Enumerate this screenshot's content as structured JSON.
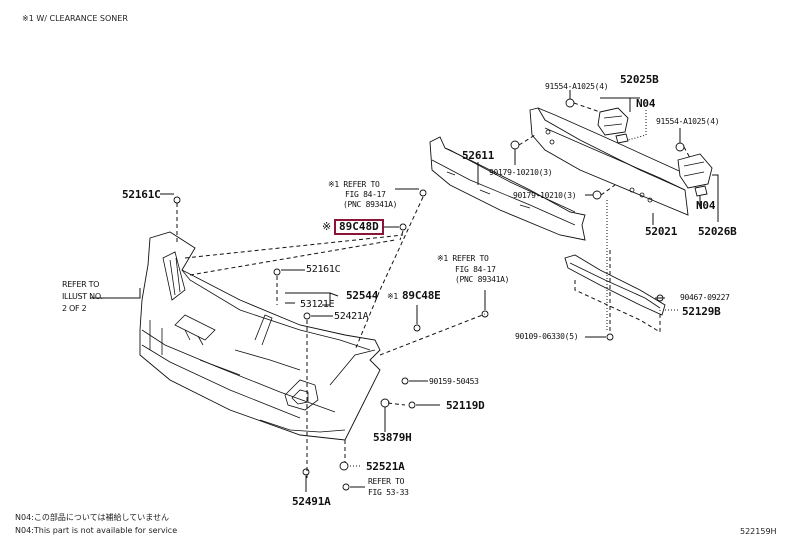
{
  "header_note": "※1 W/ CLEARANCE SONER",
  "highlight_color": "#8b1538",
  "callouts": {
    "c52025B": "52025B",
    "c91554_top": "91554-A1025(4)",
    "cN04_top": "N04",
    "c91554_right": "91554-A1025(4)",
    "c52611": "52611",
    "c90179_a": "90179-10210(3)",
    "c90179_b": "90179-10210(3)",
    "c52021": "52021",
    "cN04_bottom": "N04",
    "c52026B": "52026B",
    "c52161C_top": "52161C",
    "c89C48D": "89C48D",
    "c52161C_mid": "52161C",
    "c52544": "52544",
    "c53121E": "53121E",
    "c52421A": "52421A",
    "c89C48E": "89C48E",
    "c90467": "90467-09227",
    "c52129B": "52129B",
    "c90109": "90109-06330(5)",
    "c90159": "90159-50453",
    "c52119D": "52119D",
    "c53879H": "53879H",
    "c52521A": "52521A",
    "c52491A": "52491A"
  },
  "refs": {
    "refer_left": [
      "REFER TO",
      "ILLUST NO.",
      "2 OF 2"
    ],
    "refer_fig84_a": [
      "※1 REFER TO",
      "FIG 84-17",
      "(PNC 89341A)"
    ],
    "refer_fig84_b": [
      "※1 REFER TO",
      "FIG 84-17",
      "(PNC 89341A)"
    ],
    "refer_fig53": [
      "REFER TO",
      "FIG 53-33"
    ],
    "mark_89C48D": "※",
    "mark_89C48E": "※1"
  },
  "footer": {
    "note_jp": "N04:この部品については補給していません",
    "note_en": "N04:This part is not available for service",
    "figure_code": "522159H"
  }
}
